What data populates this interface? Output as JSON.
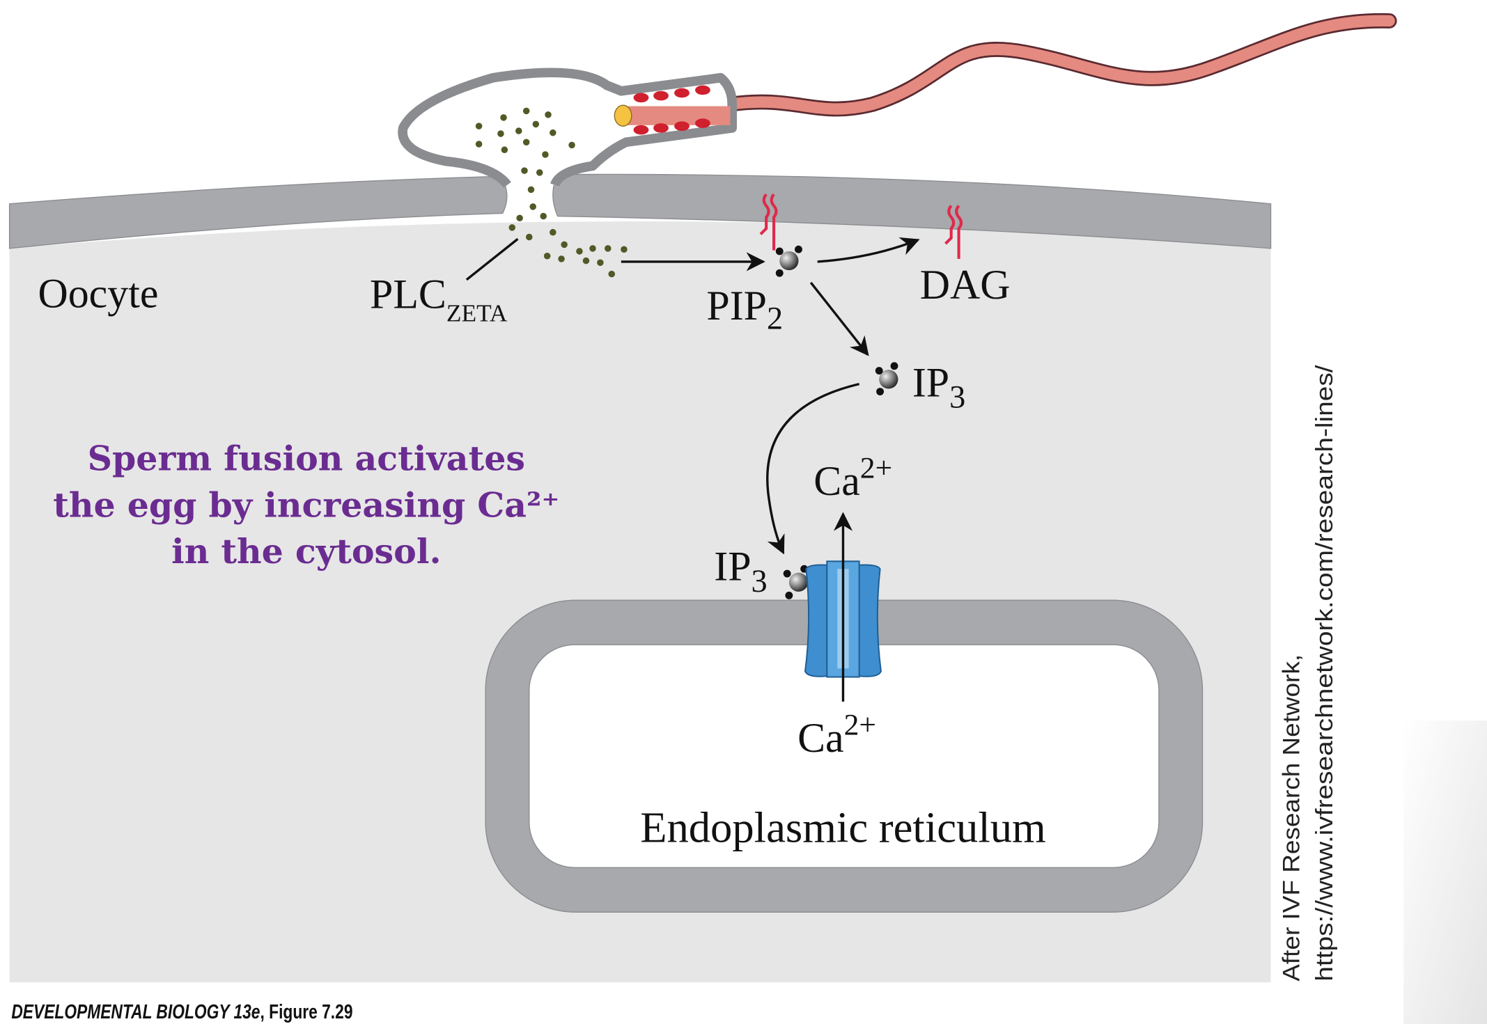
{
  "labels": {
    "oocyte": "Oocyte",
    "plc": "PLC",
    "plc_sub": "ZETA",
    "pip": "PIP",
    "pip_sub": "2",
    "dag": "DAG",
    "ip3_top": "IP",
    "ip3_top_sub": "3",
    "ip3_channel": "IP",
    "ip3_channel_sub": "3",
    "ca_cytosol": "Ca",
    "ca_cytosol_sup": "2+",
    "ca_er": "Ca",
    "ca_er_sup": "2+",
    "er": "Endoplasmic reticulum"
  },
  "summary": {
    "line1": "Sperm fusion activates",
    "line2": "the egg by increasing Ca²⁺",
    "line3": "in the cytosol."
  },
  "attribution": {
    "line1": "After IVF Research Network,",
    "line2": "https://www.ivfresearchnetwork.com/research-lines/"
  },
  "caption": {
    "book": "DEVELOPMENTAL BIOLOGY 13e",
    "figure": ", Figure 7.29"
  },
  "colors": {
    "cytosol": "#e6e6e6",
    "membrane": "#a7a9ac",
    "tail": "#e58a80",
    "mito": "#d0202e",
    "plc_dots": "#4f5a26",
    "lipid": "#e0284a",
    "channel": "#3f8fd0",
    "summary_text": "#6a2c91"
  }
}
